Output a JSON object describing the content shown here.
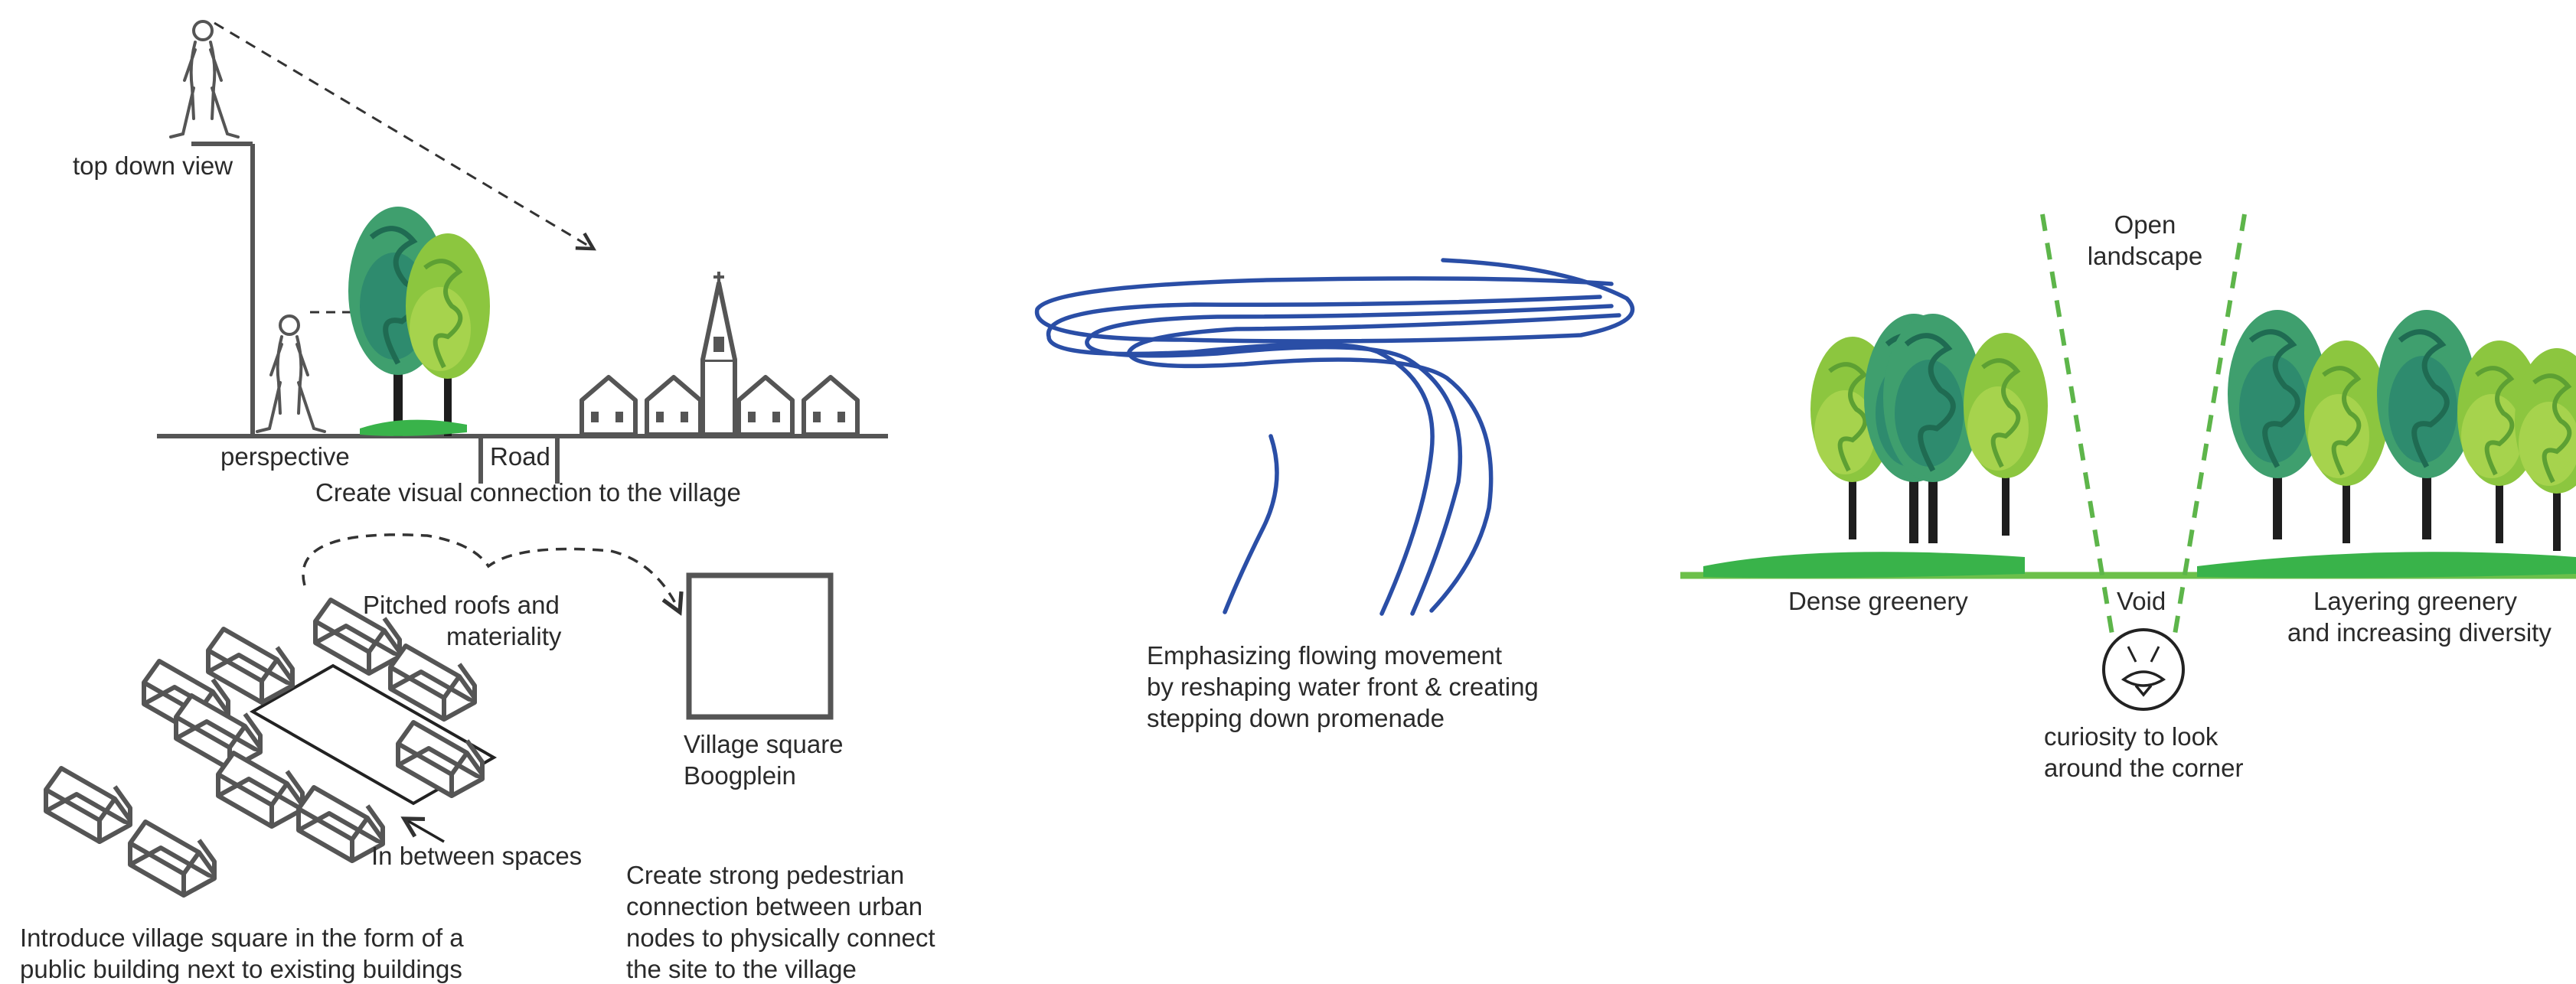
{
  "colors": {
    "line": "#555555",
    "text": "#2a2a2a",
    "water": "#2a4ea6",
    "green_light": "#8cc63f",
    "green_mid": "#5db54a",
    "green_dark": "#2e8b6e",
    "grass": "#39b34a"
  },
  "icons": [
    "pedestrian-figure",
    "tree",
    "church",
    "house",
    "eye-icon"
  ],
  "village_connection": {
    "top_down_view": "top down view",
    "perspective": "perspective",
    "road": "Road",
    "caption": "Create visual connection to the village"
  },
  "village_square": {
    "pitched_roofs": [
      "Pitched roofs and",
      "materiality"
    ],
    "in_between": "In between spaces",
    "square_label": [
      "Village square",
      "Boogplein"
    ],
    "caption_left": [
      "Introduce village square in the form of a",
      "public building next to existing buildings"
    ],
    "caption_right": [
      "Create strong pedestrian",
      "connection between urban",
      "nodes to physically connect",
      "the site to the village"
    ]
  },
  "water_front": {
    "caption": [
      "Emphasizing flowing movement",
      "by reshaping water front & creating",
      "stepping down promenade"
    ]
  },
  "greenery": {
    "open_landscape": [
      "Open",
      "landscape"
    ],
    "dense": "Dense greenery",
    "void": "Void",
    "layering": [
      "Layering greenery",
      "and increasing diversity"
    ],
    "curiosity": [
      "curiosity to look",
      "around the corner"
    ]
  }
}
